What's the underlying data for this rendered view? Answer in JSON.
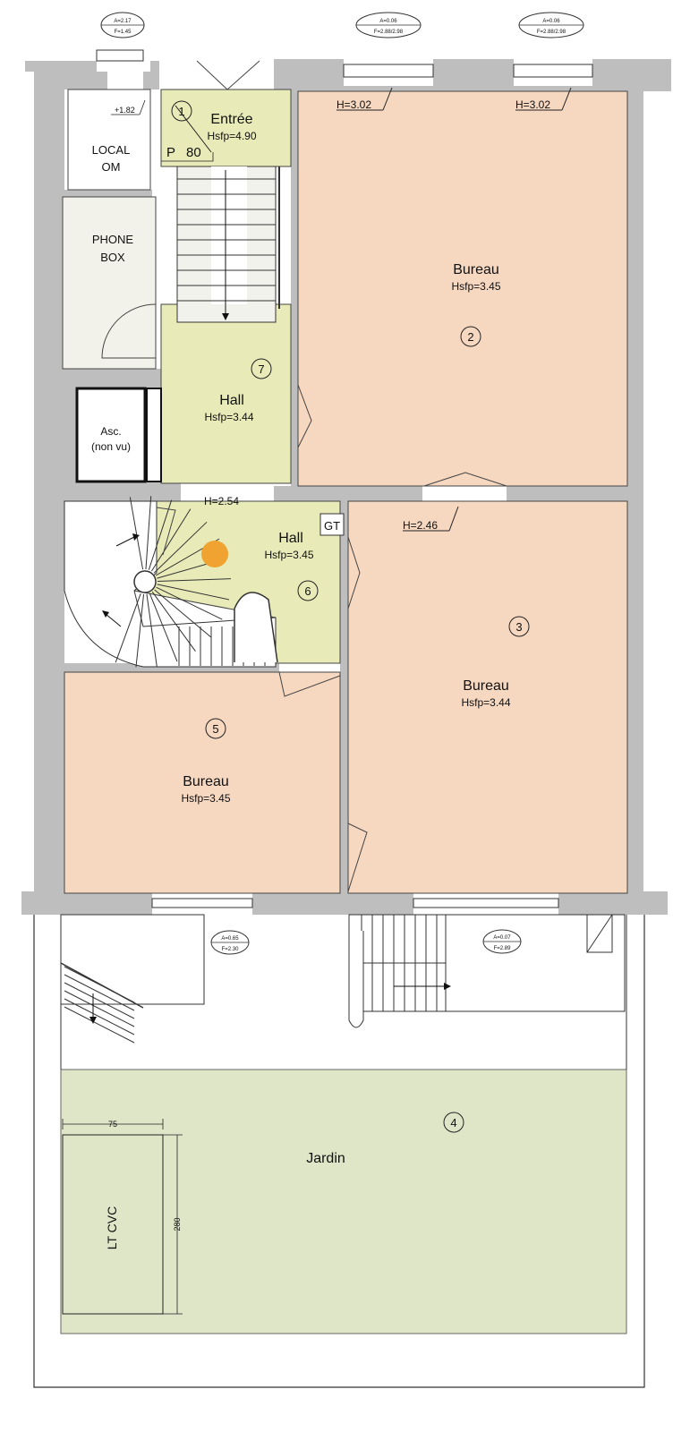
{
  "colors": {
    "wall": "#bebebe",
    "bureau": "#f6d7c0",
    "hall": "#e8ebb8",
    "jardin": "#dfe6c8",
    "service": "#f3f2ea",
    "marker": "#f0a330",
    "line": "#222222"
  },
  "rooms": [
    {
      "id": "1",
      "name": "Entrée",
      "height": "Hsfp=4.90"
    },
    {
      "id": "2",
      "name": "Bureau",
      "height": "Hsfp=3.45"
    },
    {
      "id": "3",
      "name": "Bureau",
      "height": "Hsfp=3.44"
    },
    {
      "id": "4",
      "name": "Jardin",
      "height": ""
    },
    {
      "id": "5",
      "name": "Bureau",
      "height": "Hsfp=3.45"
    },
    {
      "id": "6",
      "name": "Hall",
      "height": "Hsfp=3.45"
    },
    {
      "id": "7",
      "name": "Hall",
      "height": "Hsfp=3.44"
    }
  ],
  "labels": {
    "local_om_1": "LOCAL",
    "local_om_2": "OM",
    "phone_box_1": "PHONE",
    "phone_box_2": "BOX",
    "asc_1": "Asc.",
    "asc_2": "(non vu)",
    "gt": "GT",
    "lt_cvc": "LT CVC",
    "level": "+1.82",
    "door_p": "P",
    "door_80": "80",
    "dim_75": "75",
    "dim_280": "280"
  },
  "heights": {
    "h1": "H=3.02",
    "h2": "H=3.02",
    "h3": "H=2.54",
    "h4": "H=2.46"
  },
  "window_tags": [
    {
      "a": "A=2.17",
      "f": "F=1.45"
    },
    {
      "a": "A=0.06",
      "f": "F=2.88/2.98"
    },
    {
      "a": "A=0.06",
      "f": "F=2.88/2.98"
    },
    {
      "a": "A=0.65",
      "f": "F=2.30"
    },
    {
      "a": "A=0.07",
      "f": "F=2.89"
    }
  ]
}
